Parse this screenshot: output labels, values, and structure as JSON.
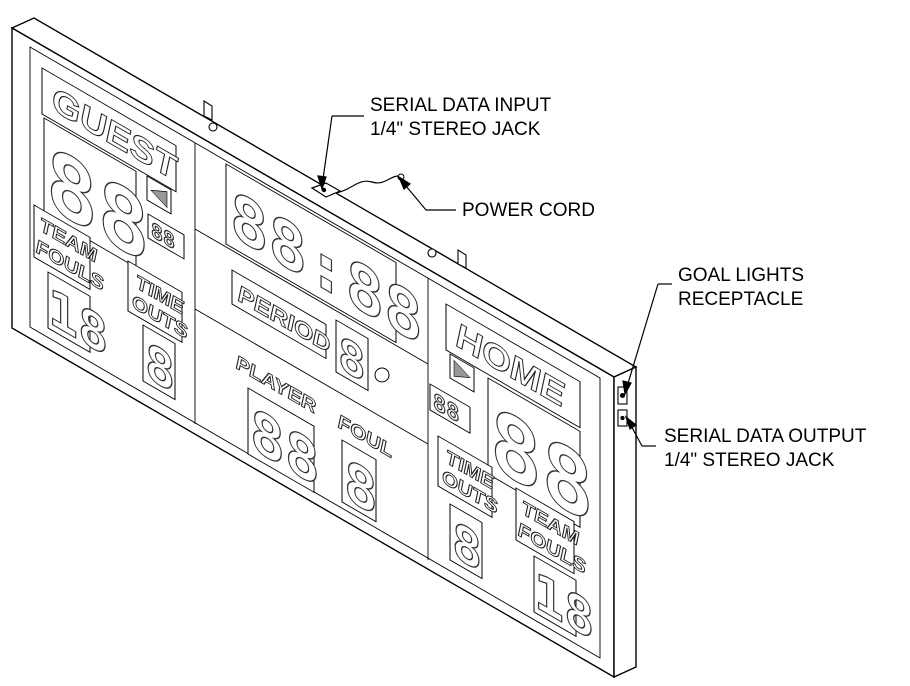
{
  "callouts": {
    "serial_input": [
      "SERIAL DATA INPUT",
      "1/4\" STEREO JACK"
    ],
    "power_cord": "POWER CORD",
    "goal_lights": [
      "GOAL LIGHTS",
      "RECEPTACLE"
    ],
    "serial_output": [
      "SERIAL DATA OUTPUT",
      "1/4\" STEREO JACK"
    ]
  },
  "panel_labels": {
    "guest": "GUEST",
    "home": "HOME",
    "team_fouls_line1": "TEAM",
    "team_fouls_line2": "FOULS",
    "time_outs_line1": "TIME",
    "time_outs_line2": "OUTS",
    "period": "PERIOD",
    "player": "PLAYER",
    "foul": "FOUL"
  },
  "digits": {
    "guest_score": "88",
    "guest_small": "88",
    "guest_team_fouls": "18",
    "guest_time_outs": "8",
    "clock": "88:88",
    "period": "8",
    "player": "88",
    "foul": "8",
    "home_small": "88",
    "home_score": "88",
    "home_time_outs": "8",
    "home_team_fouls": "18"
  }
}
